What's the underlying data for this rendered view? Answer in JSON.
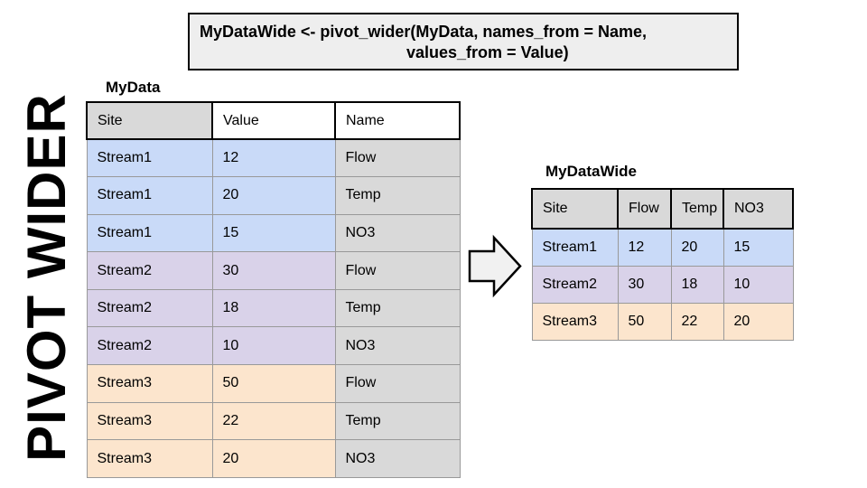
{
  "slide": {
    "vertical_title": "PIVOT WIDER"
  },
  "code_box": {
    "line1": "MyDataWide <- pivot_wider(MyData, names_from = Name,",
    "line2": "values_from = Value)"
  },
  "long_table": {
    "title": "MyData",
    "headers": {
      "site": "Site",
      "value": "Value",
      "name": "Name"
    },
    "rows": [
      {
        "site": "Stream1",
        "value": "12",
        "name": "Flow",
        "color": "#c9daf8"
      },
      {
        "site": "Stream1",
        "value": "20",
        "name": "Temp",
        "color": "#c9daf8"
      },
      {
        "site": "Stream1",
        "value": "15",
        "name": "NO3",
        "color": "#c9daf8"
      },
      {
        "site": "Stream2",
        "value": "30",
        "name": "Flow",
        "color": "#d9d2e9"
      },
      {
        "site": "Stream2",
        "value": "18",
        "name": "Temp",
        "color": "#d9d2e9"
      },
      {
        "site": "Stream2",
        "value": "10",
        "name": "NO3",
        "color": "#d9d2e9"
      },
      {
        "site": "Stream3",
        "value": "50",
        "name": "Flow",
        "color": "#fce5cd"
      },
      {
        "site": "Stream3",
        "value": "22",
        "name": "Temp",
        "color": "#fce5cd"
      },
      {
        "site": "Stream3",
        "value": "20",
        "name": "NO3",
        "color": "#fce5cd"
      }
    ]
  },
  "wide_table": {
    "title": "MyDataWide",
    "headers": {
      "site": "Site",
      "flow": "Flow",
      "temp": "Temp",
      "no3": "NO3"
    },
    "rows": [
      {
        "site": "Stream1",
        "flow": "12",
        "temp": "20",
        "no3": "15",
        "color": "#c9daf8"
      },
      {
        "site": "Stream2",
        "flow": "30",
        "temp": "18",
        "no3": "10",
        "color": "#d9d2e9"
      },
      {
        "site": "Stream3",
        "flow": "50",
        "temp": "22",
        "no3": "20",
        "color": "#fce5cd"
      }
    ]
  },
  "icons": {
    "arrow": "block-arrow-right"
  },
  "colors": {
    "stream1_blue": "#c9daf8",
    "stream2_purple": "#d9d2e9",
    "stream3_orange": "#fce5cd",
    "header_gray": "#d9d9d9",
    "gray_column": "#d9d9d9",
    "code_box_fill": "#eeeeee",
    "arrow_fill": "#f1f1f1",
    "border_black": "#000000",
    "cell_border_gray": "#999999"
  }
}
